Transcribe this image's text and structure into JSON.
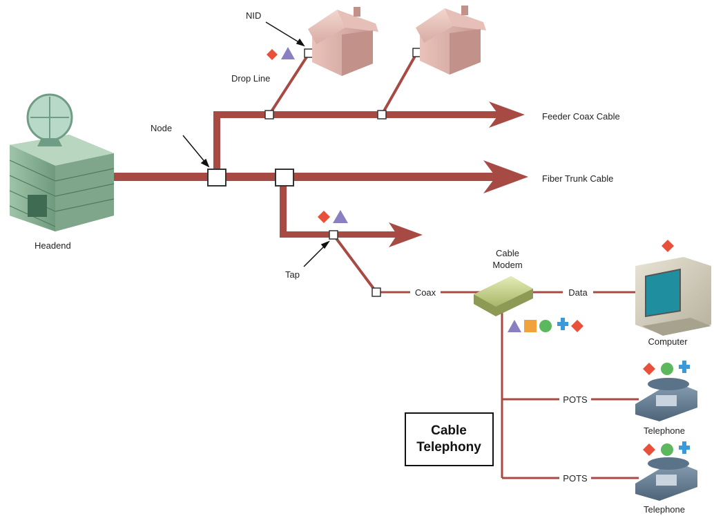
{
  "labels": {
    "nid": "NID",
    "drop_line": "Drop Line",
    "node": "Node",
    "headend": "Headend",
    "feeder": "Feeder Coax Cable",
    "trunk": "Fiber Trunk Cable",
    "tap": "Tap",
    "cable_modem_1": "Cable",
    "cable_modem_2": "Modem",
    "coax": "Coax",
    "data": "Data",
    "computer": "Computer",
    "pots_1": "POTS",
    "pots_2": "POTS",
    "telephone_1": "Telephone",
    "telephone_2": "Telephone",
    "cable_telephony_1": "Cable",
    "cable_telephony_2": "Telephony"
  },
  "colors": {
    "cable": "#a84a44",
    "diamond": "#e8503a",
    "triangle": "#8a7fc0",
    "square": "#f0a23c",
    "circle": "#5cb85c",
    "plus": "#3a9ad9"
  },
  "icons": [
    "satellite-dish-icon",
    "house-icon",
    "cable-modem-icon",
    "computer-icon",
    "telephone-icon"
  ]
}
